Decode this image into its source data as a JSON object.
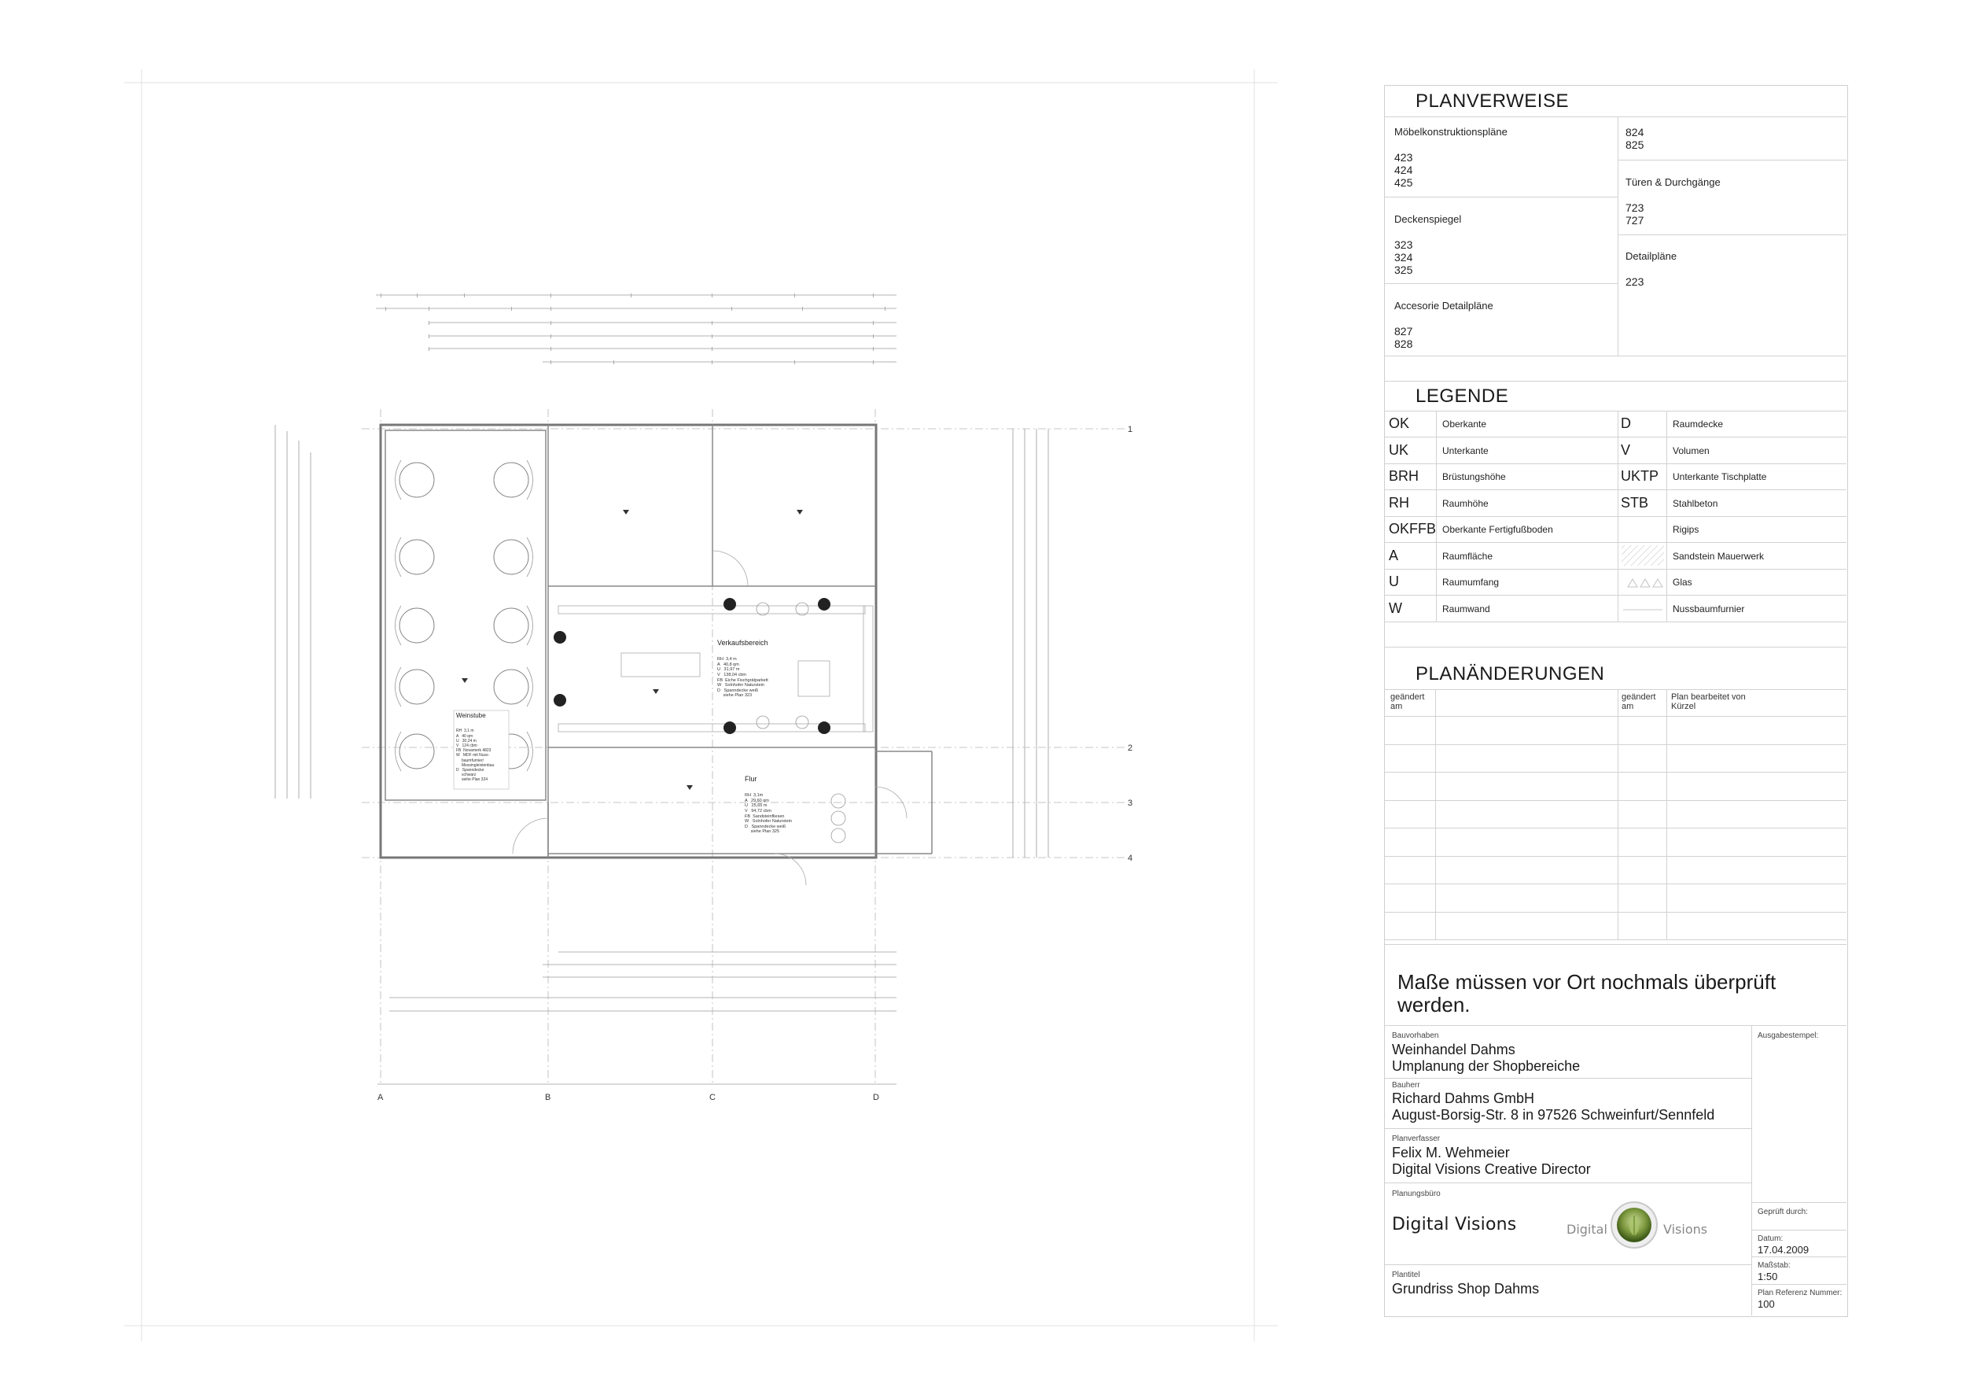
{
  "planverweise": {
    "title": "PLANVERWEISE",
    "left": [
      {
        "label": "Möbelkonstruktionspläne",
        "numbers": [
          "423",
          "424",
          "425"
        ]
      },
      {
        "label": "Deckenspiegel",
        "numbers": [
          "323",
          "324",
          "325"
        ]
      },
      {
        "label": "Accesorie Detailpläne",
        "numbers": [
          "827",
          "828"
        ]
      }
    ],
    "right": [
      {
        "label": "",
        "numbers": [
          "824",
          "825"
        ]
      },
      {
        "label": "Türen & Durchgänge",
        "numbers": [
          "723",
          "727"
        ]
      },
      {
        "label": "Detailpläne",
        "numbers": [
          "223"
        ]
      }
    ]
  },
  "legende": {
    "title": "LEGENDE",
    "left": [
      {
        "abbr": "OK",
        "desc": "Oberkante"
      },
      {
        "abbr": "UK",
        "desc": "Unterkante"
      },
      {
        "abbr": "BRH",
        "desc": "Brüstungshöhe"
      },
      {
        "abbr": "RH",
        "desc": "Raumhöhe"
      },
      {
        "abbr": "OKFFB",
        "desc": "Oberkante Fertigfußboden"
      },
      {
        "abbr": "A",
        "desc": "Raumfläche"
      },
      {
        "abbr": "U",
        "desc": "Raumumfang"
      },
      {
        "abbr": "W",
        "desc": "Raumwand"
      }
    ],
    "right": [
      {
        "abbr": "D",
        "desc": "Raumdecke",
        "swatch": ""
      },
      {
        "abbr": "V",
        "desc": "Volumen",
        "swatch": ""
      },
      {
        "abbr": "UKTP",
        "desc": "Unterkante Tischplatte",
        "swatch": ""
      },
      {
        "abbr": "STB",
        "desc": "Stahlbeton",
        "swatch": ""
      },
      {
        "abbr": "",
        "desc": "Rigips",
        "swatch": "blank"
      },
      {
        "abbr": "",
        "desc": "Sandstein Mauerwerk",
        "swatch": "hatch"
      },
      {
        "abbr": "",
        "desc": "Glas",
        "swatch": "triangles"
      },
      {
        "abbr": "",
        "desc": "Nussbaumfurnier",
        "swatch": "line"
      }
    ]
  },
  "planaenderungen": {
    "title": "PLANÄNDERUNGEN",
    "col1": "geändert\nam",
    "col3": "geändert\nam",
    "col4": "Plan bearbeitet von\nKürzel"
  },
  "note": "Maße müssen vor Ort nochmals überprüft werden.",
  "titleblock": {
    "bauvorhaben_label": "Bauvorhaben",
    "bauvorhaben_1": "Weinhandel Dahms",
    "bauvorhaben_2": "Umplanung der Shopbereiche",
    "bauherr_label": "Bauherr",
    "bauherr_1": "Richard Dahms GmbH",
    "bauherr_2": "August-Borsig-Str. 8 in 97526 Schweinfurt/Sennfeld",
    "planverfasser_label": "Planverfasser",
    "planverfasser_1": "Felix M. Wehmeier",
    "planverfasser_2": "Digital Visions Creative Director",
    "planungsbuero_label": "Planungsbüro",
    "logo_left": "Digital Visions",
    "logo_right_1": "Digital",
    "logo_right_2": "Visions",
    "plantitel_label": "Plantitel",
    "plantitel": "Grundriss Shop Dahms",
    "ausgabestempel_label": "Ausgabestempel:",
    "geprueft_label": "Geprüft durch:",
    "datum_label": "Datum:",
    "datum": "17.04.2009",
    "massstab_label": "Maßstab:",
    "massstab": "1:50",
    "planref_label": "Plan Referenz Nummer:",
    "planref": "100"
  },
  "floorplan": {
    "axis_letters": [
      "A",
      "B",
      "C",
      "D"
    ],
    "axis_numbers": [
      "1",
      "2",
      "3",
      "4"
    ],
    "rooms": {
      "weinstube": {
        "name": "Weinstube",
        "lines": [
          "RH  3,1 m",
          "A   40 qm",
          "U   30,24 m",
          "V   124 cbm",
          "FB  Novamerk 4823",
          "W   MDF mit Nuss-",
          "     baumfurnier/",
          "     Messingleistenbau",
          "D   Spanndecke",
          "     schwarz",
          "     siehe Plan 324"
        ]
      },
      "verkaufsbereich": {
        "name": "Verkaufsbereich",
        "lines": [
          "RH  3,4 m",
          "A   40,8 qm",
          "U   31,97 m",
          "V   138,04 cbm",
          "FB  Eiche Fischgrätparkett",
          "W   Solnhofer Naturstein",
          "D   Spanndecke weiß",
          "     siehe Plan 323"
        ]
      },
      "flur": {
        "name": "Flur",
        "lines": [
          "RH  3,1m",
          "A   29,60 qm",
          "U   25,65 m",
          "V   94,72 cbm",
          "FB  Sandsteinfliesen",
          "W   Solnhofer Naturstein",
          "D   Spanndecke weiß",
          "     siehe Plan 325"
        ]
      }
    }
  }
}
